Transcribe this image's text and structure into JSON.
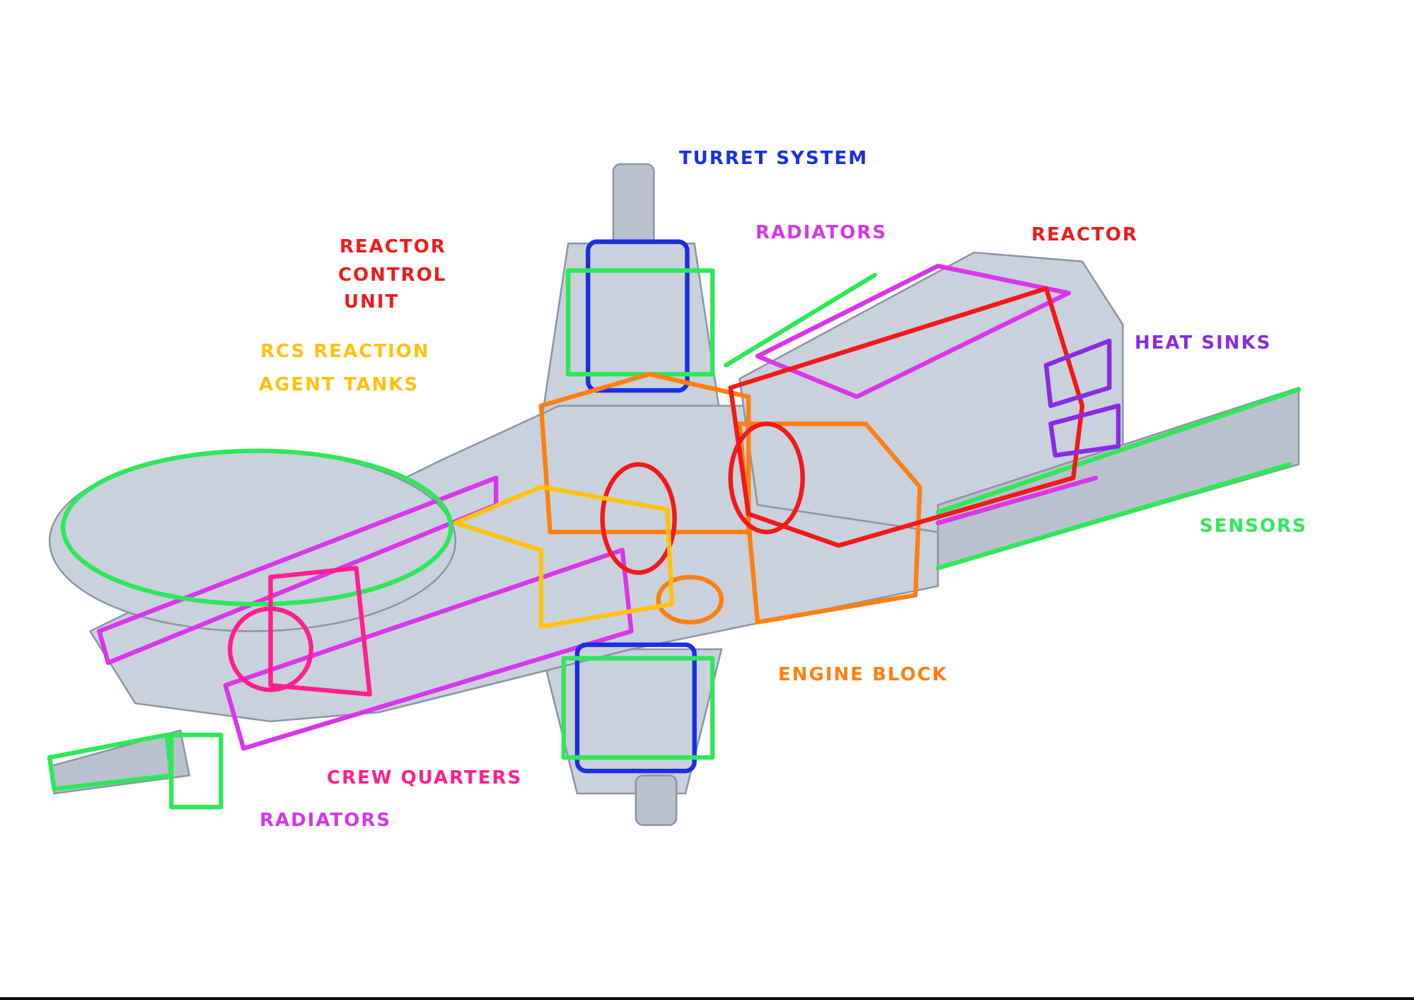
{
  "labels": {
    "turret_system": "TURRET SYSTEM",
    "radiators_top": "RADIATORS",
    "reactor": "REACTOR",
    "reactor_control_unit": [
      "REACTOR",
      "CONTROL",
      "UNIT"
    ],
    "rcs_tanks": [
      "RCS REACTION",
      "AGENT TANKS"
    ],
    "heat_sinks": "HEAT SINKS",
    "sensors": "SENSORS",
    "engine_block": "ENGINE BLOCK",
    "crew_quarters": "CREW QUARTERS",
    "radiators_bottom": "RADIATORS"
  },
  "colors": {
    "turret": "#1a2fe0",
    "radiators": "#d836e8",
    "reactor": "#f01a1a",
    "rcs": "#ffc20e",
    "heat_sinks": "#8a2be2",
    "sensors": "#2ee85a",
    "engine": "#ff7f11",
    "crew": "#ff1f8f",
    "hull": "#c9d1dc"
  }
}
